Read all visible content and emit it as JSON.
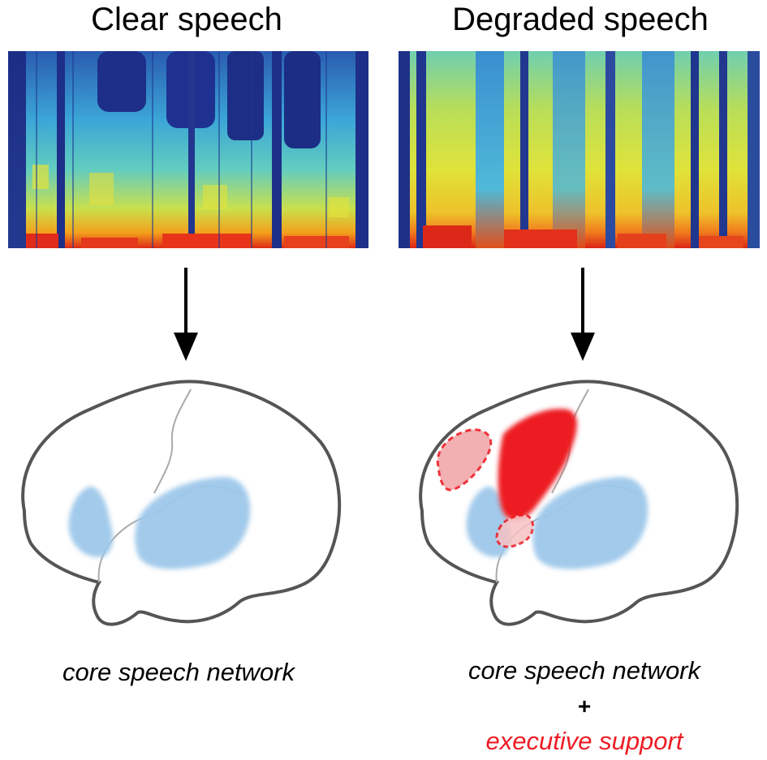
{
  "panels": {
    "left": {
      "title": "Clear speech",
      "caption": "core speech network"
    },
    "right": {
      "title": "Degraded speech",
      "caption": "core speech network",
      "plus": "+",
      "executive": "executive support"
    }
  },
  "colors": {
    "spectrogram_low": "#1f2f8f",
    "spectrogram_mid": "#35a8d8",
    "spectrogram_high_yellow": "#e8e838",
    "spectrogram_peak": "#e02a1a",
    "core_network": "#9ec8ea",
    "executive": "#ed1c24",
    "brain_outline": "#555555"
  },
  "icons": [
    "down-arrow-icon",
    "brain-outline-icon"
  ]
}
